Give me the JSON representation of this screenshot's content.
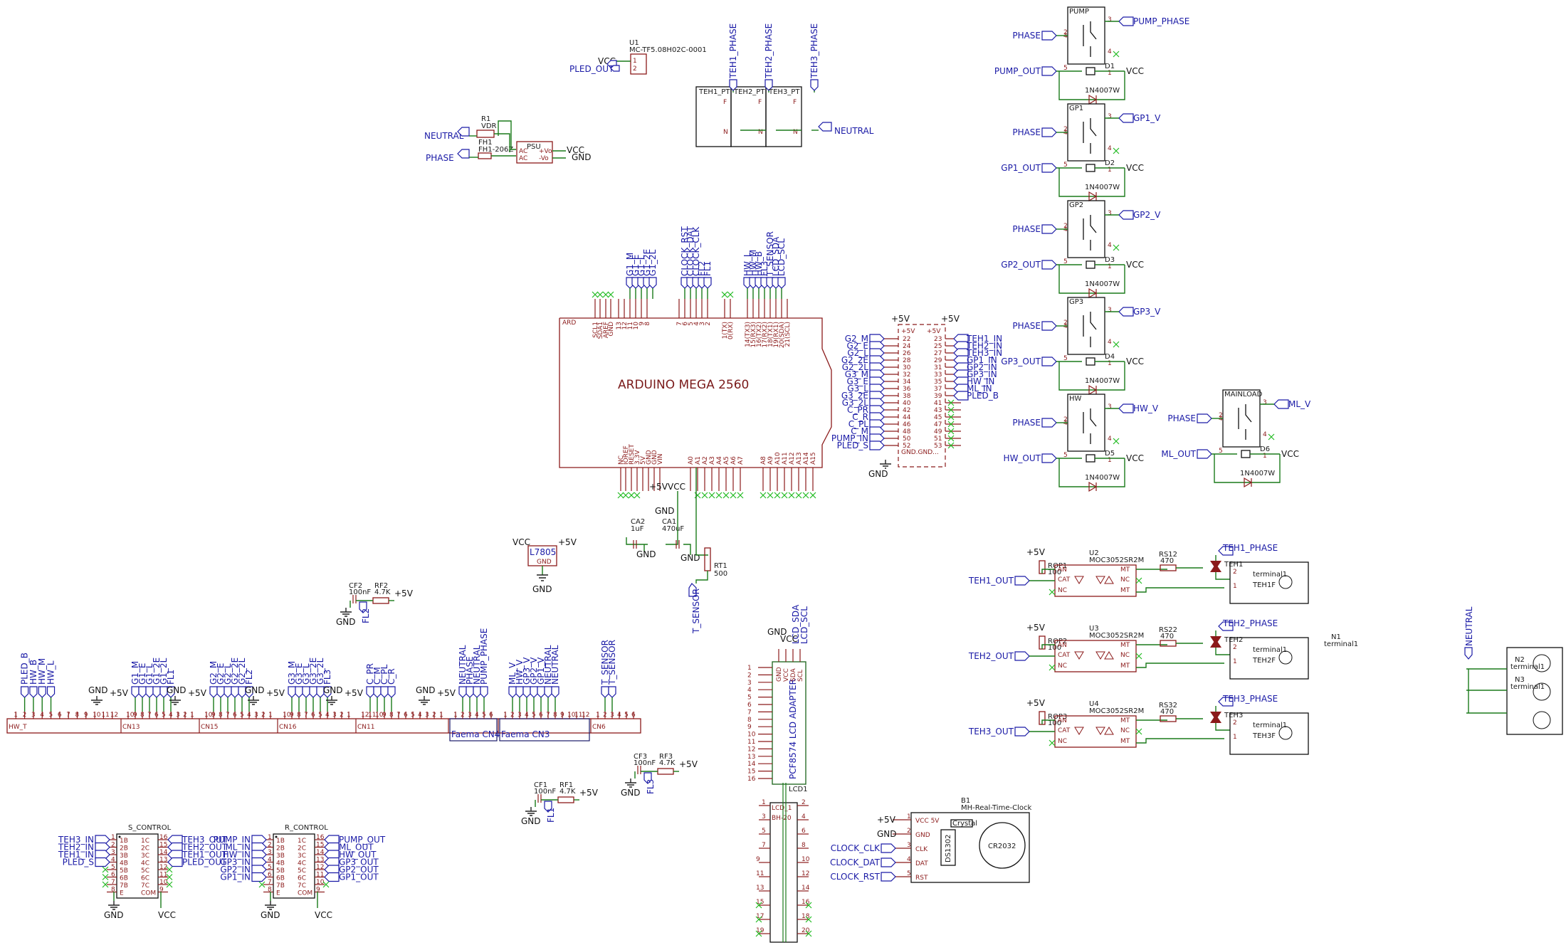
{
  "mcu": {
    "ref": "ARD",
    "title": "ARDUINO MEGA 2560",
    "top_nets_left": [
      "G1_M",
      "G1_E",
      "G1_L",
      "G1_2E",
      "G1_2L"
    ],
    "top_nets_mid": [
      "CLOCK_RST",
      "CLOCK_DAT",
      "CLOCK_CLK",
      "FL2",
      "FL1"
    ],
    "top_nets_right": [
      "HW_L",
      "HW_M",
      "HW_B",
      "FL3",
      "T_SENSOR",
      "LCD_SDA",
      "LCD_SCL"
    ],
    "top_pin_names": [
      "SCL1",
      "SDA1",
      "AREF",
      "GND",
      "13",
      "12",
      "11",
      "10",
      "9",
      "8",
      "7",
      "6",
      "5",
      "4",
      "3",
      "2",
      "1(TX)",
      "0(RX)",
      "14(TX3)",
      "15(RX3)",
      "16(TX2)",
      "17(RX2)",
      "18(TX1)",
      "19(RX1)",
      "20(SDA)",
      "21(SCL)"
    ],
    "bottom_pin_names": [
      "NC",
      "IOREF",
      "RESET",
      "3.3V",
      "5V",
      "GND",
      "GND",
      "VIN",
      "A0",
      "A1",
      "A2",
      "A3",
      "A4",
      "A5",
      "A6",
      "A7",
      "A8",
      "A9",
      "A10",
      "A11",
      "A12",
      "A13",
      "A14",
      "A15"
    ]
  },
  "header": {
    "plus5v": "+5V",
    "gnd_label": "GND.GND...",
    "left_nets": [
      "G2_M",
      "G2_E",
      "G2_L",
      "G2_2E",
      "G2_2L",
      "G3_M",
      "G3_E",
      "G3_L",
      "G3_2E",
      "G3_2L",
      "C_PR",
      "C_R",
      "C_PL",
      "C_M",
      "PUMP_IN",
      "PLED_S"
    ],
    "left_pins": [
      "22",
      "24",
      "26",
      "28",
      "30",
      "32",
      "34",
      "36",
      "38",
      "40",
      "42",
      "44",
      "46",
      "48",
      "50",
      "52"
    ],
    "right_nets": [
      "TEH1_IN",
      "TEH2_IN",
      "TEH3_IN",
      "GP1_IN",
      "GP2_IN",
      "GP3_IN",
      "HW_IN",
      "ML_IN",
      "PLED_B"
    ],
    "right_pins": [
      "23",
      "25",
      "27",
      "29",
      "31",
      "33",
      "35",
      "37",
      "39",
      "41",
      "43",
      "45",
      "47",
      "49",
      "51",
      "53"
    ]
  },
  "relays": [
    {
      "ref": "PUMP",
      "in": "PHASE",
      "out_flag": "PUMP_PHASE",
      "ctrl": "PUMP_OUT",
      "diode": "D1",
      "diode_part": "1N4007W"
    },
    {
      "ref": "GP1",
      "in": "PHASE",
      "out_flag": "GP1_V",
      "ctrl": "GP1_OUT",
      "diode": "D2",
      "diode_part": "1N4007W"
    },
    {
      "ref": "GP2",
      "in": "PHASE",
      "out_flag": "GP2_V",
      "ctrl": "GP2_OUT",
      "diode": "D3",
      "diode_part": "1N4007W"
    },
    {
      "ref": "GP3",
      "in": "PHASE",
      "out_flag": "GP3_V",
      "ctrl": "GP3_OUT",
      "diode": "D4",
      "diode_part": "1N4007W"
    },
    {
      "ref": "HW",
      "in": "PHASE",
      "out_flag": "HW_V",
      "ctrl": "HW_OUT",
      "diode": "D5",
      "diode_part": "1N4007W"
    }
  ],
  "mainload": {
    "ref": "MAINLOAD",
    "in": "PHASE",
    "out_flag": "ML_V",
    "ctrl": "ML_OUT",
    "diode": "D6",
    "diode_part": "1N4007W"
  },
  "vcc": "VCC",
  "gnd": "GND",
  "psu": {
    "u1_ref": "U1",
    "u1_part": "MC-TF5.08H02C-0001",
    "vcc": "VCC",
    "pled": "PLED_OUT",
    "r1": "R1",
    "r1_val": "VDR",
    "fh1": "FH1",
    "fh1_val": "FH1-206Z",
    "psu_ref": "PSU",
    "neutral": "NEUTRAL",
    "phase": "PHASE",
    "ac": "AC",
    "vo_p": "+Vo",
    "vo_n": "-Vo"
  },
  "fuses": {
    "flags": [
      "TEH1_PHASE",
      "TEH2_PHASE",
      "TEH3_PHASE"
    ],
    "refs": [
      "TEH1_PT",
      "TEH2_PT",
      "TEH3_PT"
    ],
    "pin_f": "F",
    "pin_n": "N",
    "neutral": "NEUTRAL"
  },
  "triacs": [
    {
      "ref": "U2",
      "part": "MOC3052SR2M",
      "rop": "ROP1",
      "rop_val": "100",
      "rs": "RS12",
      "rs_val": "470",
      "input": "TEH1_OUT",
      "phase": "TEH1_PHASE",
      "triac": "TEH1",
      "terminal": "terminal1",
      "t_ref": "TEH1F"
    },
    {
      "ref": "U3",
      "part": "MOC3052SR2M",
      "rop": "ROP2",
      "rop_val": "100",
      "rs": "RS22",
      "rs_val": "470",
      "input": "TEH2_OUT",
      "phase": "TEH2_PHASE",
      "triac": "TEH2",
      "terminal": "terminal1",
      "t_ref": "TEH2F"
    },
    {
      "ref": "U4",
      "part": "MOC3052SR2M",
      "rop": "ROP3",
      "rop_val": "100",
      "rs": "RS32",
      "rs_val": "470",
      "input": "TEH3_OUT",
      "phase": "TEH3_PHASE",
      "triac": "TEH3",
      "terminal": "terminal1",
      "t_ref": "TEH3F"
    }
  ],
  "opto_pins": {
    "an": "AN",
    "cat": "CAT",
    "nc": "NC",
    "mt": "MT"
  },
  "neutral_block": {
    "flag": "NEUTRAL",
    "n1": "N1",
    "n2": "N2",
    "n3": "N3",
    "terminal": "terminal1"
  },
  "regulator": {
    "ref": "L7805",
    "vcc": "VCC",
    "out": "+5V",
    "gnd": "GND",
    "pin_gnd": "GND"
  },
  "caps": {
    "ca2": "CA2",
    "ca2_val": "1uF",
    "ca1": "CA1",
    "ca1_val": "470uF"
  },
  "sensor": {
    "rt": "RT1",
    "rt_val": "500",
    "net": "T_SENSOR"
  },
  "filters": [
    {
      "cf": "CF2",
      "cf_val": "100nF",
      "rf": "RF2",
      "rf_val": "4.7K",
      "fl": "FL2"
    },
    {
      "cf": "CF1",
      "cf_val": "100nF",
      "rf": "RF1",
      "rf_val": "4.7K",
      "fl": "FL1"
    },
    {
      "cf": "CF3",
      "cf_val": "100nF",
      "rf": "RF3",
      "rf_val": "4.7K",
      "fl": "FL3"
    }
  ],
  "connectors": {
    "hw_t": {
      "ref": "HW_T",
      "nets": [
        "PLED_B",
        "HW_B",
        "HW_M",
        "HW_L"
      ]
    },
    "cn13": {
      "ref": "CN13",
      "nets": [
        "G1_M",
        "G1_E",
        "G1_L",
        "G1_2E",
        "G1_2L",
        "FL1"
      ]
    },
    "cn15": {
      "ref": "CN15",
      "nets": [
        "G2_M",
        "G2_E",
        "G2_L",
        "G2_2E",
        "G2_2L",
        "FL2"
      ]
    },
    "cn16": {
      "ref": "CN16",
      "nets": [
        "G3_M",
        "G3_E",
        "G3_L",
        "G3_2E",
        "G3_2L",
        "FL3"
      ]
    },
    "cn11": {
      "ref": "CN11",
      "nets": [
        "C_PR",
        "C_M",
        "C_PL",
        "C_R"
      ]
    },
    "cn4": {
      "ref": "Faema CN4",
      "nets": [
        "NEUTRAL",
        "PHASE",
        "NEUTRAL",
        "PUMP_PHASE"
      ]
    },
    "cn3": {
      "ref": "Faema CN3",
      "nets": [
        "ML_V",
        "HW_V",
        "GP3_V",
        "GP2_V",
        "GP1_V",
        "NEUTRAL",
        "NEUTRAL"
      ]
    },
    "cn6": {
      "ref": "CN6",
      "nets": [
        "T_SENSOR",
        "T_SENSOR"
      ]
    }
  },
  "lcd": {
    "ref": "LCD1",
    "adapter": "PCF8574 LCD ADAPTER",
    "hdr": "LCD_1",
    "hdr_part": "BH-20",
    "nets": [
      "LCD_SDA",
      "LCD_SCL"
    ],
    "pins": [
      "GND",
      "VCC",
      "SDA",
      "SCL"
    ]
  },
  "rtc": {
    "ref": "B1",
    "part": "MH-Real-Time-Clock",
    "pins": [
      "VCC 5V",
      "GND",
      "CLK",
      "DAT",
      "RST"
    ],
    "crystal": "Crystal",
    "ic": "DS1302",
    "battery": "CR2032",
    "nets": [
      "+5V",
      "GND",
      "CLOCK_CLK",
      "CLOCK_DAT",
      "CLOCK_RST"
    ]
  },
  "s_control": {
    "ref": "S_CONTROL",
    "left": [
      "TEH3_IN",
      "TEH2_IN",
      "TEH1_IN",
      "PLED_S"
    ],
    "right": [
      "TEH3_OUT",
      "TEH2_OUT",
      "TEH1_OUT",
      "PLED_OUT"
    ],
    "lpins": [
      "1B",
      "2B",
      "3B",
      "4B",
      "5B",
      "6B",
      "7B",
      "E"
    ],
    "rpins": [
      "1C",
      "2C",
      "3C",
      "4C",
      "5C",
      "6C",
      "7C",
      "COM"
    ]
  },
  "r_control": {
    "ref": "R_CONTROL",
    "left": [
      "PUMP_IN",
      "ML_IN",
      "HW_IN",
      "GP3_IN",
      "GP2_IN",
      "GP1_IN"
    ],
    "right": [
      "PUMP_OUT",
      "ML_OUT",
      "HW_OUT",
      "GP3_OUT",
      "GP2_OUT",
      "GP1_OUT"
    ],
    "lpins": [
      "1B",
      "2B",
      "3B",
      "4B",
      "5B",
      "6B",
      "7B",
      "E"
    ],
    "rpins": [
      "1C",
      "2C",
      "3C",
      "4C",
      "5C",
      "6C",
      "7C",
      "COM"
    ]
  }
}
